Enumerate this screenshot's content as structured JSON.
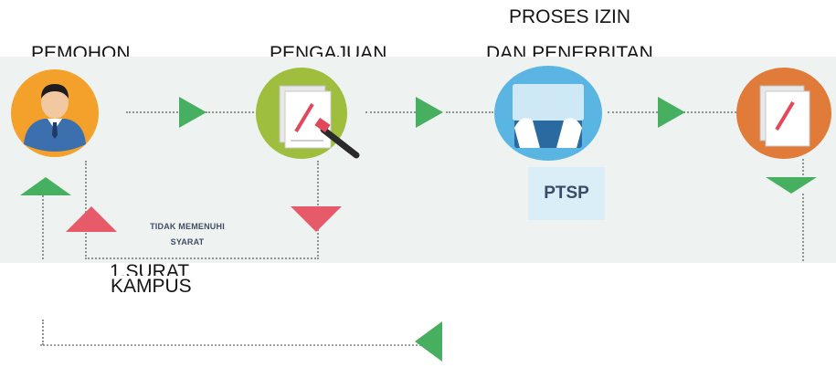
{
  "labels": {
    "pemohon": "PEMOHON",
    "pengajuan": "PENGAJUAN",
    "proses_line1": "PROSES IZIN",
    "proses_line2": "DAN PENERBITAN",
    "ptsp": "PTSP",
    "tidak_line1": "TIDAK MEMENUHI",
    "tidak_line2": "SYARAT",
    "surat_line1": "1.SURAT",
    "surat_line2": "KAMPUS"
  },
  "icons": {
    "pemohon": "person-icon",
    "pengajuan": "document-magnifier-icon",
    "proses": "hands-keyboard-icon",
    "penerbitan": "document-pen-icon"
  },
  "colors": {
    "pemohon_circle": "#f3a12a",
    "pengajuan_circle": "#9fbe3e",
    "proses_circle": "#5ab5e3",
    "penerbitan_circle": "#e07b3a",
    "arrow_green": "#46b060",
    "arrow_red": "#e75a6a",
    "ptsp_box": "#d9eef7"
  }
}
